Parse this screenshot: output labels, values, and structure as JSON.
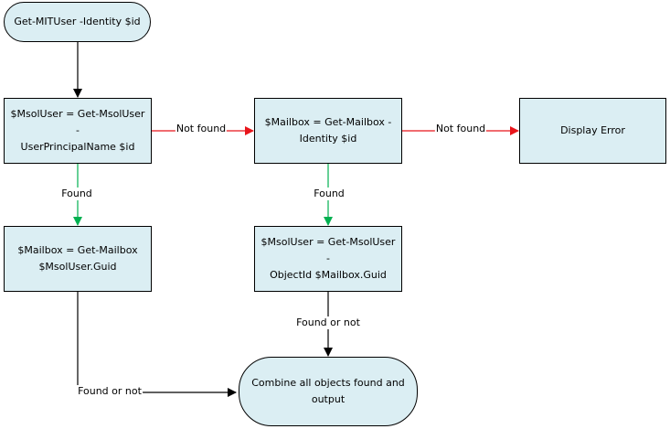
{
  "colors": {
    "node_fill": "#dbeef3",
    "node_border": "#000000",
    "arrow_default": "#000000",
    "arrow_not_found": "#e8151b",
    "arrow_found": "#00b050"
  },
  "nodes": {
    "start": "Get-MITUser -Identity $id",
    "msol_by_upn": "$MsolUser = Get-MsolUser -\nUserPrincipalName $id",
    "mailbox_by_identity": "$Mailbox = Get-Mailbox -\nIdentity $id",
    "display_error": "Display Error",
    "mailbox_by_guid": "$Mailbox = Get-Mailbox\n$MsolUser.Guid",
    "msol_by_objectid": "$MsolUser = Get-MsolUser -\nObjectId $Mailbox.Guid",
    "combine_output": "Combine all objects found and\noutput"
  },
  "edges": {
    "not_found_1": "Not found",
    "not_found_2": "Not found",
    "found_1": "Found",
    "found_2": "Found",
    "found_or_not_1": "Found or not",
    "found_or_not_2": "Found or not"
  }
}
